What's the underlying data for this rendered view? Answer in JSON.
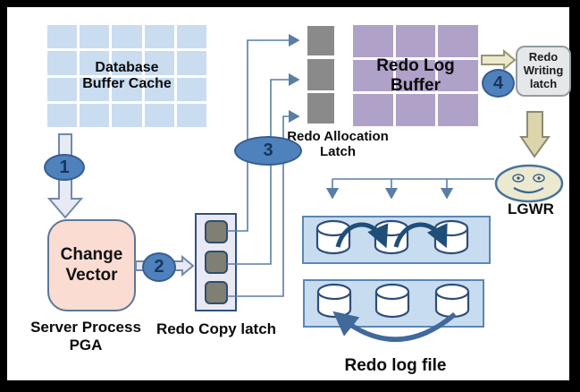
{
  "diagram": {
    "title_implicit": "Oracle Redo Log architecture",
    "database_buffer_cache": {
      "line1": "Database",
      "line2": "Buffer Cache"
    },
    "redo_log_buffer": {
      "line1": "Redo Log",
      "line2": "Buffer"
    },
    "redo_allocation_latch": {
      "line1": "Redo Allocation",
      "line2": "Latch"
    },
    "redo_copy_latch": {
      "label": "Redo Copy latch"
    },
    "change_vector": {
      "line1": "Change",
      "line2": "Vector"
    },
    "server_process": {
      "line1": "Server Process",
      "line2": "PGA"
    },
    "redo_writing_latch": {
      "line1": "Redo",
      "line2": "Writing",
      "line3": "latch"
    },
    "lgwr": {
      "label": "LGWR"
    },
    "redo_log_file": {
      "label": "Redo log file"
    },
    "steps": {
      "s1": "1",
      "s2": "2",
      "s3": "3",
      "s4": "4"
    },
    "icons": {
      "lgwr_icon": "smiley-face-icon",
      "redo_log_disks": "database-cylinder-icon",
      "flow_arrows": "block-arrow-icon"
    },
    "colors": {
      "badge_fill": "#4f81bd",
      "badge_border": "#355e8f",
      "buffer_cache_cell": "#c9dcf0",
      "redo_buffer_cell": "#b0a1c8",
      "gray_latch_block": "#8a8a8a",
      "copy_latch_fill": "#e9e9f4",
      "copy_latch_square": "#7f7f73",
      "change_vector_fill": "#fadcd2",
      "log_file_row_fill": "#c8dcf0",
      "cylinder_stroke": "#2e4d78",
      "curve_arrow_dark": "#1f4e79",
      "curve_arrow_steel": "#41699c",
      "connector_line": "#5a7ea6",
      "cream_arrow_fill": "#ebe8cb",
      "khaki_arrow_fill": "#dcd5ab",
      "smiley_fill": "#ece9d1",
      "background": "#ffffff",
      "frame": "#000000"
    }
  }
}
